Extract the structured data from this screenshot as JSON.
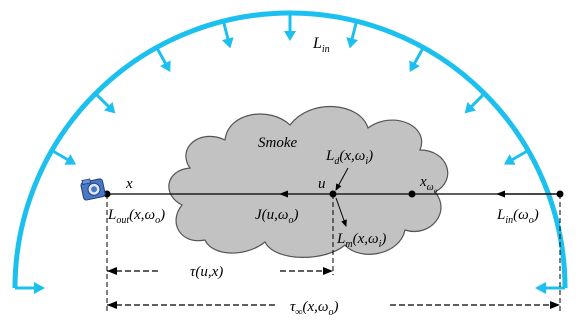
{
  "labels": {
    "l_in_top": {
      "main": "L",
      "sub": "in"
    },
    "smoke": "Smoke",
    "x": "x",
    "u": "u",
    "l_d": {
      "main": "L",
      "sub": "d",
      "tail": "(x,ω",
      "sub2": "i",
      "end": ")"
    },
    "x_wo": {
      "main": "x",
      "sub": "ω",
      "subsub": "o"
    },
    "l_out": {
      "main": "L",
      "sub": "out",
      "tail": "(x,ω",
      "sub2": "o",
      "end": ")"
    },
    "j": {
      "main": "J(u,ω",
      "sub": "o",
      "end": ")"
    },
    "l_in_right": {
      "main": "L",
      "sub": "in",
      "tail": "(ω",
      "sub2": "o",
      "end": ")"
    },
    "l_m": {
      "main": "L",
      "sub": "m",
      "tail": "(x,ω",
      "sub2": "i",
      "end": ")"
    },
    "tau": "τ(u,x)",
    "tau_inf": {
      "main": "τ",
      "sub": "∞",
      "tail": "(x,ω",
      "sub2": "o",
      "end": ")"
    }
  },
  "colors": {
    "dome": "#1cc0ee",
    "cloud_fill": "#c2c2c2",
    "cloud_stroke": "#555555",
    "line": "#000000",
    "camera": "#4a78c4"
  },
  "icons": [
    "camera-icon"
  ]
}
